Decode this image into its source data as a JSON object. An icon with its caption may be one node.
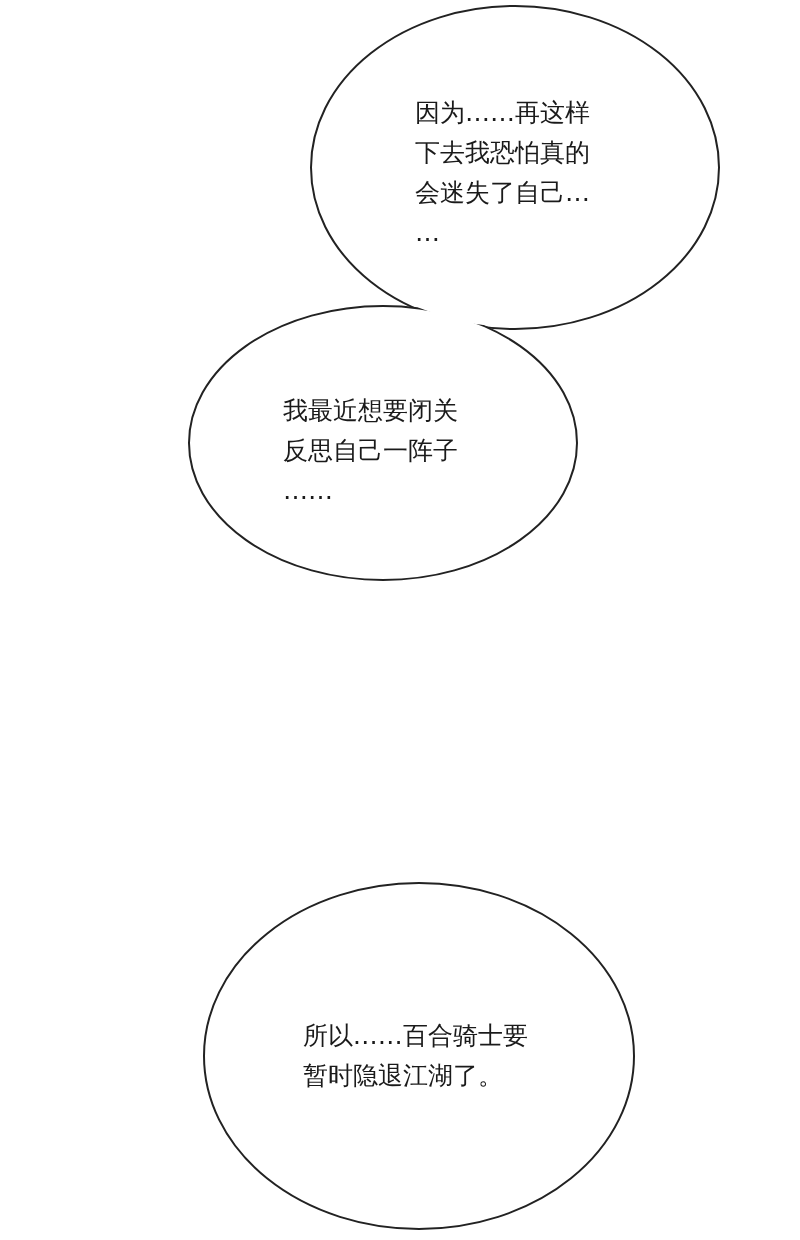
{
  "diagram": {
    "nodes": [
      {
        "text": [
          "因为……再这样下去我恐怕真的会迷失了自己……"
        ]
      },
      {
        "text": [
          "我最近想要闭关反思自己一阵子……"
        ]
      },
      {
        "text": [
          "所以……百合骑士要暂时隐退江湖了。"
        ]
      }
    ]
  }
}
